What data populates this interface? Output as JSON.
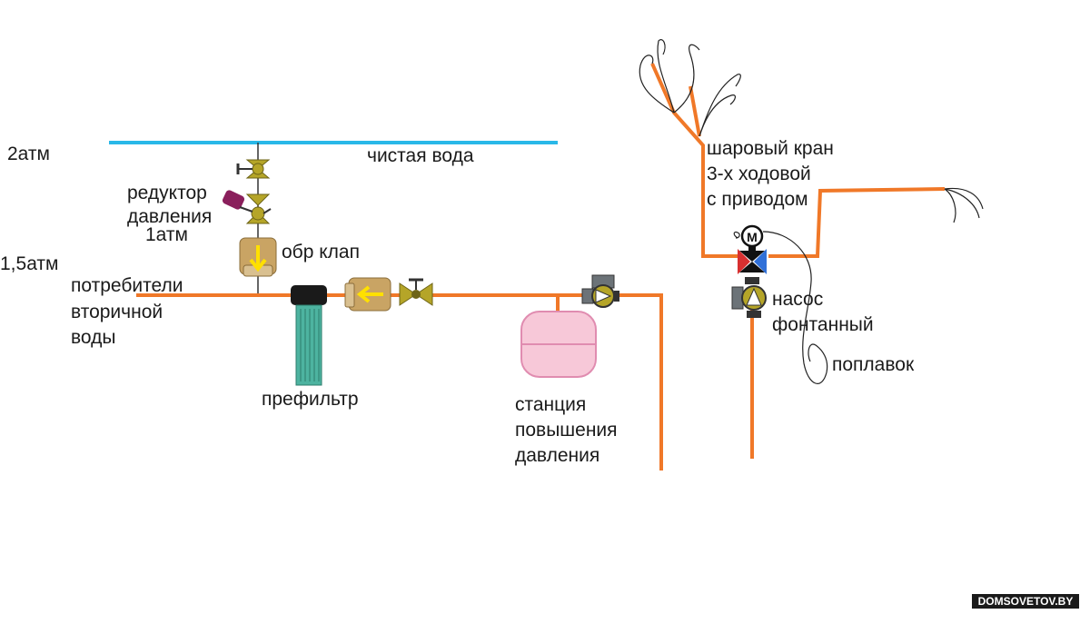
{
  "labels": {
    "atm2": "2атм",
    "clean_water": "чистая вода",
    "reducer_line1": "редуктор",
    "reducer_line2": "давления",
    "atm1": "1атм",
    "atm15": "1,5атм",
    "check_valve": "обр клап",
    "consumers_line1": "потребители",
    "consumers_line2": "вторичной",
    "consumers_line3": "воды",
    "prefilter": "префильтр",
    "station_line1": "станция",
    "station_line2": "повышения",
    "station_line3": "давления",
    "ball_valve_line1": "шаровый кран",
    "ball_valve_line2": "3-х ходовой",
    "ball_valve_line3": "с приводом",
    "pump_line1": "насос",
    "pump_line2": "фонтанный",
    "float": "поплавок",
    "motor_letter": "M"
  },
  "watermark": "DOMSOVETOV.BY",
  "colors": {
    "pipe": "#f07828",
    "clean_water_line": "#29b8e8",
    "valve": "#b5a528",
    "filter_body": "#4db3a0",
    "tank": "#f7c8d8",
    "brass": "#c9a464",
    "arrow": "#ffe000"
  }
}
